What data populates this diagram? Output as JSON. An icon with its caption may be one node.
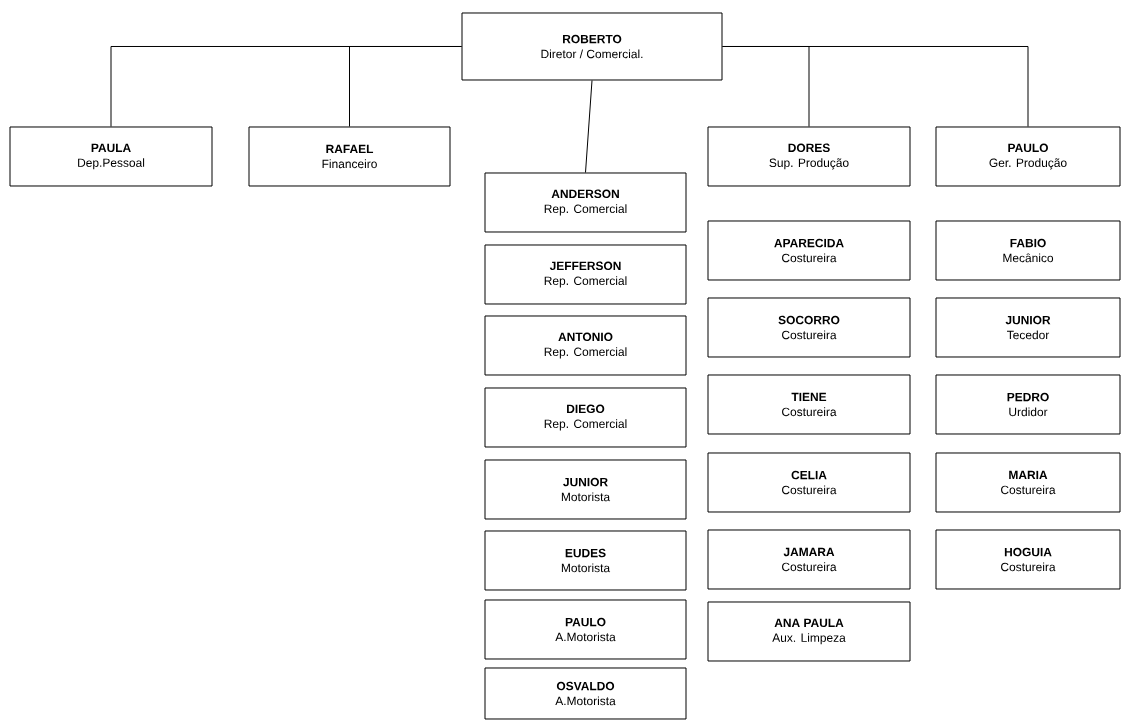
{
  "diagram": {
    "nodes": [
      {
        "text": [
          "ROBERTO",
          "Diretor / Comercial."
        ]
      },
      {
        "text": [
          "PAULA",
          "Dep.Pessoal"
        ]
      },
      {
        "text": [
          "RAFAEL",
          "Financeiro"
        ]
      },
      {
        "text": [
          "ANDERSON",
          "Rep. Comercial"
        ]
      },
      {
        "text": [
          "JEFFERSON",
          "Rep. Comercial"
        ]
      },
      {
        "text": [
          "ANTONIO",
          "Rep. Comercial"
        ]
      },
      {
        "text": [
          "DIEGO",
          "Rep. Comercial"
        ]
      },
      {
        "text": [
          "JUNIOR",
          "Motorista"
        ]
      },
      {
        "text": [
          "EUDES",
          "Motorista"
        ]
      },
      {
        "text": [
          "PAULO",
          "A.Motorista"
        ]
      },
      {
        "text": [
          "OSVALDO",
          "A.Motorista"
        ]
      },
      {
        "text": [
          "DORES",
          "Sup. Produção"
        ]
      },
      {
        "text": [
          "APARECIDA",
          "Costureira"
        ]
      },
      {
        "text": [
          "SOCORRO",
          "Costureira"
        ]
      },
      {
        "text": [
          "TIENE",
          "Costureira"
        ]
      },
      {
        "text": [
          "CELIA",
          "Costureira"
        ]
      },
      {
        "text": [
          "JAMARA",
          "Costureira"
        ]
      },
      {
        "text": [
          "ANA PAULA",
          "Aux. Limpeza"
        ]
      },
      {
        "text": [
          "PAULO",
          "Ger. Produção"
        ]
      },
      {
        "text": [
          "FABIO",
          "Mecânico"
        ]
      },
      {
        "text": [
          "JUNIOR",
          "Tecedor"
        ]
      },
      {
        "text": [
          "PEDRO",
          "Urdidor"
        ]
      },
      {
        "text": [
          "MARIA",
          "Costureira"
        ]
      },
      {
        "text": [
          "HOGUIA",
          "Costureira"
        ]
      }
    ],
    "edges": [
      {
        "from": 0,
        "to": 1,
        "arrow": "none"
      },
      {
        "from": 0,
        "to": 2,
        "arrow": "none"
      },
      {
        "from": 0,
        "to": 3,
        "arrow": "none"
      },
      {
        "from": 0,
        "to": 11,
        "arrow": "none"
      },
      {
        "from": 0,
        "to": 18,
        "arrow": "none"
      }
    ]
  }
}
